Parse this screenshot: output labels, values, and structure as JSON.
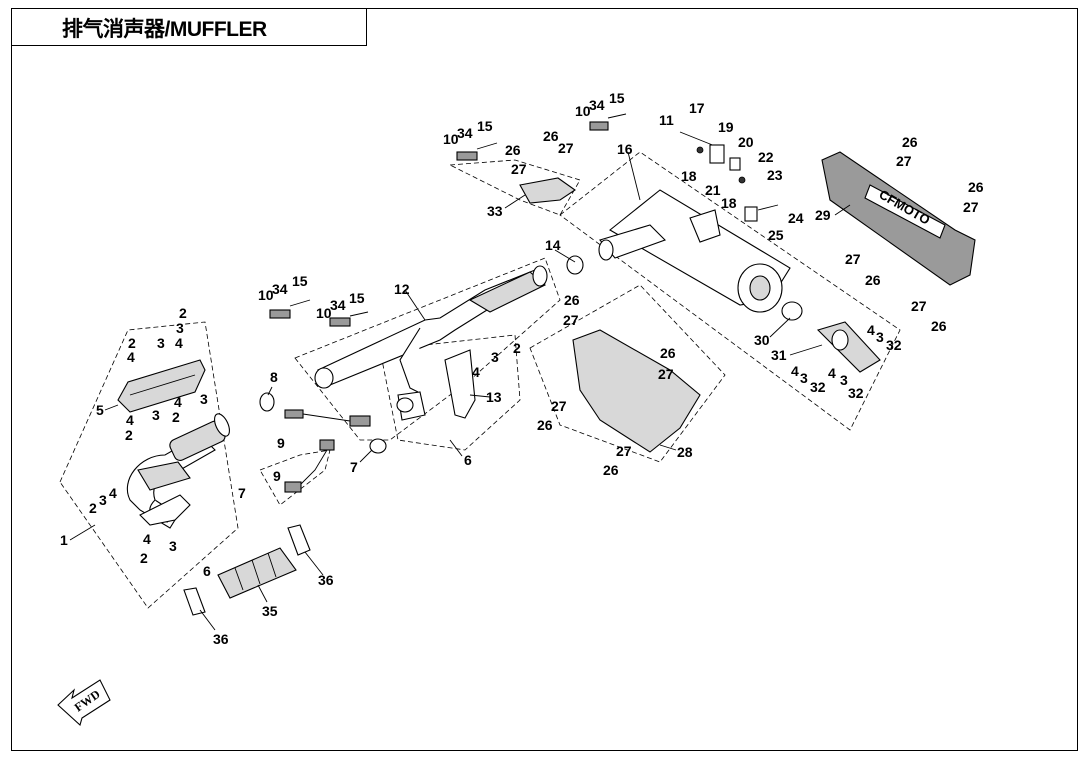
{
  "title": "排气消声器/MUFFLER",
  "fwd_label": "FWD",
  "callouts": [
    "1",
    "2",
    "3",
    "4",
    "5",
    "6",
    "7",
    "8",
    "9",
    "10",
    "11",
    "12",
    "13",
    "14",
    "15",
    "16",
    "17",
    "18",
    "19",
    "20",
    "21",
    "22",
    "23",
    "24",
    "25",
    "26",
    "27",
    "28",
    "29",
    "30",
    "31",
    "32",
    "33",
    "34",
    "35",
    "36"
  ],
  "muffler_brand": "CFMOTO"
}
